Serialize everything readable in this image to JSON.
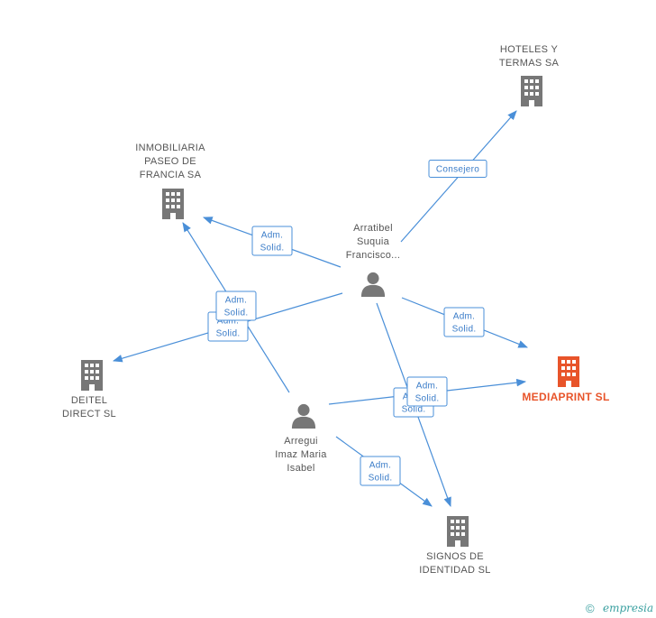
{
  "colors": {
    "edge": "#4a8fd8",
    "node": "#777777",
    "highlight": "#e8542a"
  },
  "nodes": [
    {
      "id": "hoteles",
      "kind": "company",
      "label_lines": [
        "HOTELES Y",
        "TERMAS SA"
      ]
    },
    {
      "id": "inmobiliaria",
      "kind": "company",
      "label_lines": [
        "INMOBILIARIA",
        "PASEO DE",
        "FRANCIA SA"
      ]
    },
    {
      "id": "arratibel",
      "kind": "person",
      "label_lines": [
        "Arratibel",
        "Suquia",
        "Francisco..."
      ]
    },
    {
      "id": "deitel",
      "kind": "company",
      "label_lines": [
        "DEITEL",
        "DIRECT SL"
      ]
    },
    {
      "id": "mediaprint",
      "kind": "company",
      "highlight": true,
      "label_lines": [
        "MEDIAPRINT SL"
      ]
    },
    {
      "id": "arregui",
      "kind": "person",
      "label_lines": [
        "Arregui",
        "Imaz Maria",
        "Isabel"
      ]
    },
    {
      "id": "signos",
      "kind": "company",
      "label_lines": [
        "SIGNOS DE",
        "IDENTIDAD SL"
      ]
    }
  ],
  "edges": [
    {
      "from": "arratibel",
      "to": "hoteles",
      "label_lines": [
        "Consejero"
      ]
    },
    {
      "from": "arratibel",
      "to": "inmobiliaria",
      "label_lines": [
        "Adm.",
        "Solid."
      ]
    },
    {
      "from": "arratibel",
      "to": "deitel",
      "label_lines": [
        "Adm.",
        "Solid."
      ]
    },
    {
      "from": "arratibel",
      "to": "mediaprint",
      "label_lines": [
        "Adm.",
        "Solid."
      ]
    },
    {
      "from": "arratibel",
      "to": "signos",
      "label_lines": [
        "Adm.",
        "Solid."
      ]
    },
    {
      "from": "arregui",
      "to": "inmobiliaria",
      "label_lines": [
        "Adm.",
        "Solid."
      ]
    },
    {
      "from": "arregui",
      "to": "mediaprint",
      "label_lines": [
        "Adm.",
        "Solid."
      ]
    },
    {
      "from": "arregui",
      "to": "signos",
      "label_lines": [
        "Adm.",
        "Solid."
      ]
    }
  ],
  "footer": {
    "copyright_symbol": "©",
    "brand": "empresia"
  }
}
